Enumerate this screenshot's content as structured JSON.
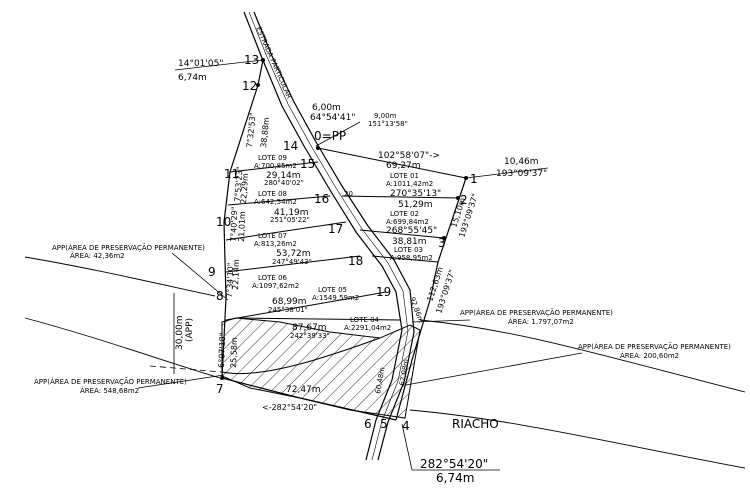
{
  "points": [
    {
      "id": "p1",
      "label": "1"
    },
    {
      "id": "p2",
      "label": "2"
    },
    {
      "id": "p3",
      "label": "3"
    },
    {
      "id": "p4",
      "label": "4"
    },
    {
      "id": "p5",
      "label": "5"
    },
    {
      "id": "p6",
      "label": "6"
    },
    {
      "id": "p7",
      "label": "7"
    },
    {
      "id": "p8",
      "label": "8"
    },
    {
      "id": "p9",
      "label": "9"
    },
    {
      "id": "p10",
      "label": "10"
    },
    {
      "id": "p11",
      "label": "11"
    },
    {
      "id": "p12",
      "label": "12"
    },
    {
      "id": "p13",
      "label": "13"
    },
    {
      "id": "p14",
      "label": "14"
    },
    {
      "id": "p15",
      "label": "15"
    },
    {
      "id": "p16",
      "label": "16"
    },
    {
      "id": "p17",
      "label": "17"
    },
    {
      "id": "p18",
      "label": "18"
    },
    {
      "id": "p19",
      "label": "19"
    },
    {
      "id": "p20",
      "label": "20"
    }
  ],
  "pp_label": "0=PP",
  "road_label": "ESTRADA PARTICULAR",
  "road_width_label": "ESTRADA",
  "river_label": "RIACHO",
  "lots": [
    {
      "name": "LOTE 09",
      "area": "A:700,85m2"
    },
    {
      "name": "LOTE 08",
      "area": "A:642,54m2"
    },
    {
      "name": "LOTE 07",
      "area": "A:813,26m2"
    },
    {
      "name": "LOTE 06",
      "area": "A:1097,62m2"
    },
    {
      "name": "LOTE 05",
      "area": "A:1549,59m2"
    },
    {
      "name": "LOTE 04",
      "area": "A:2291,04m2"
    },
    {
      "name": "LOTE 03",
      "area": "A:958,95m2"
    },
    {
      "name": "LOTE 02",
      "area": "A:699,84m2"
    },
    {
      "name": "LOTE 01",
      "area": "A:1011,42m2"
    }
  ],
  "app_notes": [
    {
      "title": "APP(ÁREA DE PRESERVAÇÃO PERMANENTE)",
      "area": "ÁREA: 42,36m2"
    },
    {
      "title": "APP(ÁREA DE PRESERVAÇÃO PERMANENTE)",
      "area": "ÁREA: 548,68m2"
    },
    {
      "title": "APP(ÁREA DE PRESERVAÇÃO PERMANENTE)",
      "area": "ÁREA: 1.797,07m2"
    },
    {
      "title": "APP(ÁREA DE PRESERVAÇÃO PERMANENTE)",
      "area": "ÁREA: 200,60m2"
    }
  ],
  "dimensions": {
    "p13_angle": "14°01'05\"",
    "p13_dist": "6,74m",
    "pp_dist": "6,00m",
    "pp_angle": "64°54'41\"",
    "pp_dist2": "9,00m",
    "pp_angle2": "151°13'58\"",
    "p1_angle": "102°58'07\"->",
    "p1_dist": "69,27m",
    "p1_side_dist": "10,46m",
    "p1_side_angle": "193°09'37\"",
    "l20_2_angle": "270°35'13\"",
    "l20_2_dist": "51,29m",
    "l3_angle": "268°55'45\"",
    "l3_dist": "38,81m",
    "right_side_15": "15,10m",
    "right_side_15b": "193°09'37\"",
    "right_side_112": "112,63m",
    "right_side_112b": "193°09'37\"",
    "l11_dist": "29,14m",
    "l11_angle": "280°40'02\"",
    "l10_dist": "41,19m",
    "l10_angle": "251°05'22\"",
    "l9_dist": "53,72m",
    "l9_angle": "247°49'43\"",
    "l8_dist": "68,99m",
    "l8_angle": "245°38'01\"",
    "l7_dist": "87,67m",
    "l7_angle": "242°39'33\"",
    "v13_12": "7°32'53\"",
    "v13_12b": "38,88m",
    "v11_10a": "22,29m",
    "v11_10b": "7°53'23\"",
    "v10_9a": "21,01m",
    "v10_9b": "7°40'29\"",
    "v9_8a": "22,14m",
    "v9_8b": "7°34'10\"",
    "v8_7a": "25,58m",
    "v8_7b": "6°07'18\"",
    "app_width_a": "30,00m",
    "app_width_b": "(APP)",
    "bottom_dist": "72,47m",
    "bottom_angle": "<-282°54'20\"",
    "p4_angle": "282°54'20\"",
    "p4_dist": "6,74m",
    "road_seg_a": "60,48m",
    "road_seg_b": "62,08m",
    "road_seg_c": "92,86m"
  }
}
